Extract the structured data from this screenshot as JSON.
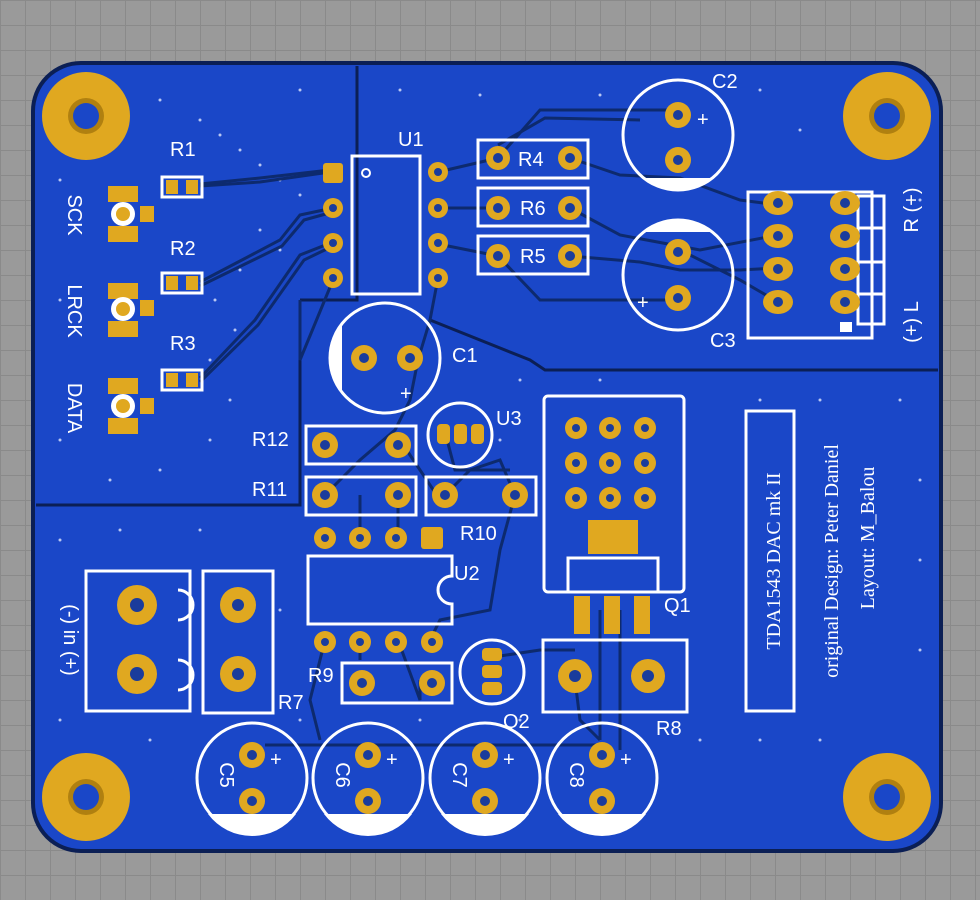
{
  "board": {
    "colors": {
      "background": "#9a9a9a",
      "soldermask": "#1a47c8",
      "copper_pad": "#e0a820",
      "silkscreen": "#ffffff",
      "board_edge": "#0b1f55"
    },
    "title": "TDA1543  DAC mk II",
    "credit_design": "original Design: Peter Daniel",
    "credit_layout": "Layout: M_Balou"
  },
  "labels": {
    "R1": "R1",
    "R2": "R2",
    "R3": "R3",
    "R4": "R4",
    "R5": "R5",
    "R6": "R6",
    "R7": "R7",
    "R8": "R8",
    "R9": "R9",
    "R10": "R10",
    "R11": "R11",
    "R12": "R12",
    "U1": "U1",
    "U2": "U2",
    "U3": "U3",
    "C1": "C1",
    "C2": "C2",
    "C3": "C3",
    "C5": "C5",
    "C6": "C6",
    "C7": "C7",
    "C8": "C8",
    "Q1": "Q1",
    "Q2": "Q2",
    "SCK": "SCK",
    "LRCK": "LRCK",
    "DATA": "DATA",
    "output_r": "R (+)",
    "output_l": "(+) L",
    "power_in": "(-) in (+)",
    "plus": "+"
  }
}
